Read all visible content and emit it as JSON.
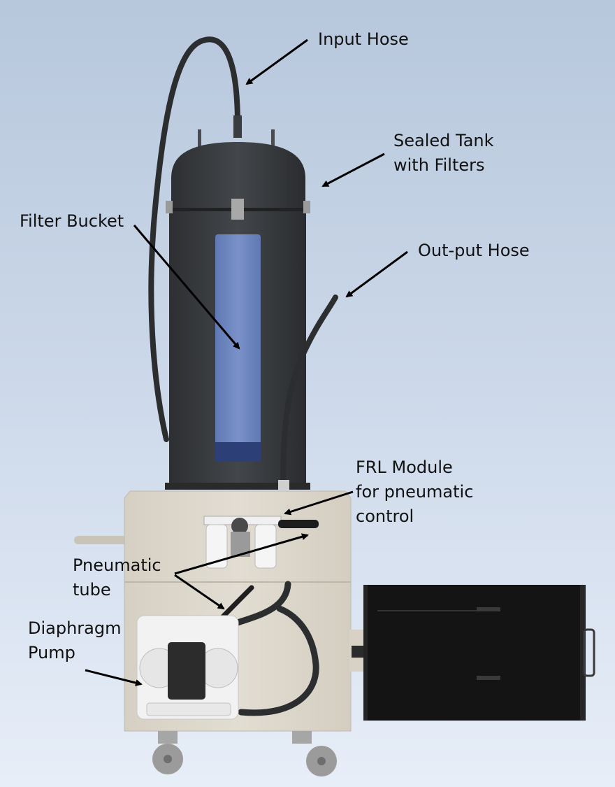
{
  "labels": {
    "input_hose": "Input Hose",
    "sealed_tank": "Sealed Tank\nwith Filters",
    "filter_bucket": "Filter Bucket",
    "output_hose": "Out-put Hose",
    "frl_module": "FRL Module\nfor pneumatic\ncontrol",
    "pneumatic_tube": "Pneumatic\ntube",
    "diaphragm_pump": "Diaphragm\nPump"
  },
  "colors": {
    "background_top": "#b7c7dc",
    "background_bottom": "#e7eef8",
    "tank": "#3a3c3f",
    "filter_window": "#6f86bf",
    "filter_bottom": "#2c3f77",
    "cabinet": "#dcd6ca",
    "hose": "#2b2d2f",
    "control_box": "#141414",
    "pump": "#f2f2f2",
    "arrow": "#000000"
  }
}
